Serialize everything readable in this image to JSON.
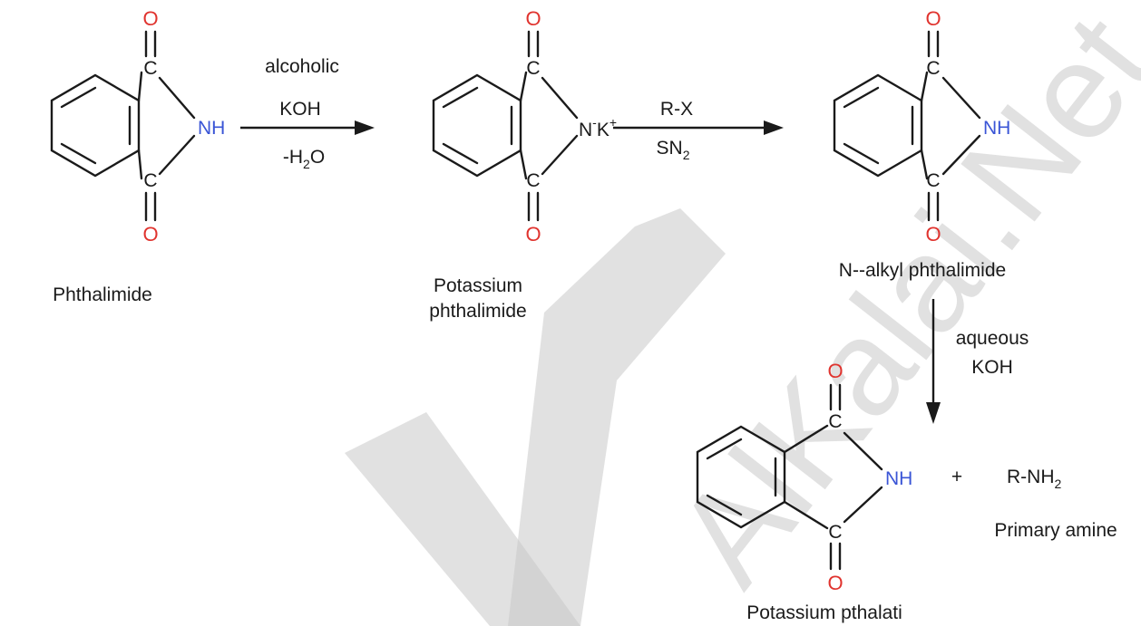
{
  "molecules": {
    "phthalimide": {
      "name": "Phthalimide",
      "top_o": "O",
      "c1": "C",
      "c2": "C",
      "bottom_o": "O",
      "n": "NH"
    },
    "potassium_phthalimide": {
      "name_line1": "Potassium",
      "name_line2": "phthalimide",
      "top_o": "O",
      "c1": "C",
      "c2": "C",
      "bottom_o": "O",
      "n": "N",
      "counter_ion": "K",
      "charge_minus": "-",
      "charge_plus": "+"
    },
    "n_alkyl_phthalimide": {
      "name": "N--alkyl phthalimide",
      "top_o": "O",
      "c1": "C",
      "c2": "C",
      "bottom_o": "O",
      "n": "NH"
    },
    "potassium_phthalate": {
      "name": "Potassium pthalati",
      "top_o": "O",
      "c1": "C",
      "c2": "C",
      "bottom_o": "O",
      "n": "NH"
    }
  },
  "step1": {
    "line1": "alcoholic",
    "line2": "KOH",
    "line3_prefix": "-H",
    "line3_sub": "2",
    "line3_suffix": "O"
  },
  "step2": {
    "line1": "R-X",
    "line2_prefix": "SN",
    "line2_sub": "2"
  },
  "step3": {
    "line1": "aqueous",
    "line2": "KOH"
  },
  "products": {
    "plus": "+",
    "amine_prefix": "R-NH",
    "amine_sub": "2",
    "amine_label": "Primary amine"
  },
  "watermark": {
    "text": "AlKalai.Net"
  },
  "colors": {
    "oxygen": "#e0332e",
    "nitrogen": "#3a55d6",
    "bond": "#1a1a1a"
  }
}
